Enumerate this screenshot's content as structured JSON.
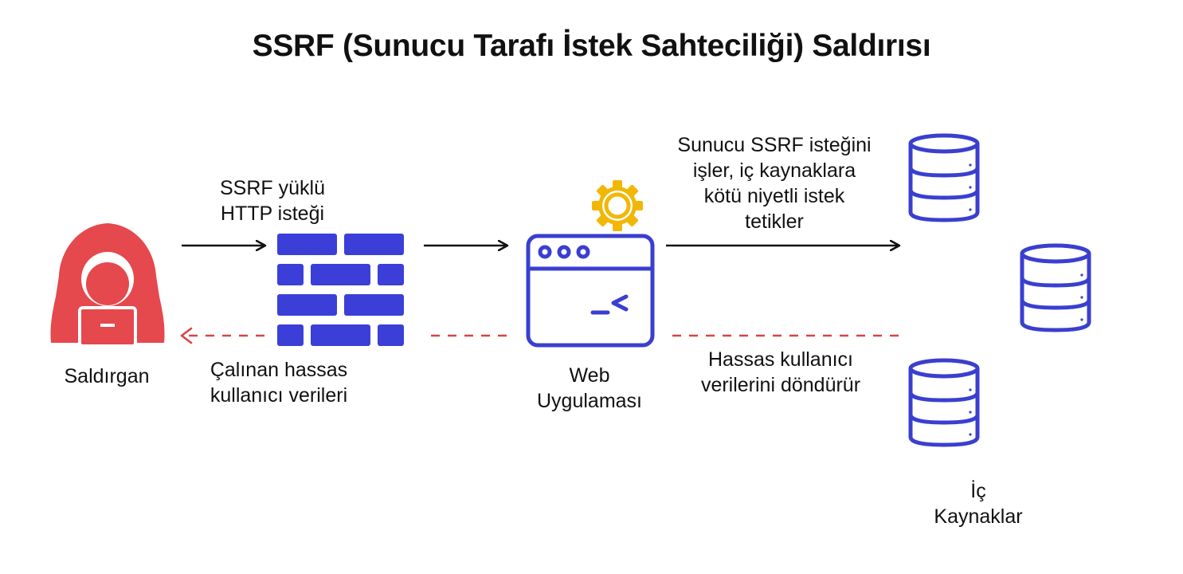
{
  "title": "SSRF (Sunucu Tarafı İstek Sahteciliği) Saldırısı",
  "nodes": {
    "attacker": {
      "label": "Saldırgan",
      "icon": "hooded-hacker-icon"
    },
    "firewall": {
      "icon": "brick-firewall-icon"
    },
    "web_app": {
      "label_line1": "Web",
      "label_line2": "Uygulaması",
      "icons": [
        "gear-icon",
        "browser-window-terminal-icon"
      ]
    },
    "internal": {
      "label_line1": "İç",
      "label_line2": "Kaynaklar",
      "icon": "database-icon"
    }
  },
  "edges": {
    "ssrf_request": {
      "line1": "SSRF yüklü",
      "line2": "HTTP isteği",
      "style": "solid"
    },
    "server_trigger": {
      "line1": "Sunucu SSRF isteğini",
      "line2": "işler, iç kaynaklara",
      "line3": "kötü niyetli istek",
      "line4": "tetikler",
      "style": "solid"
    },
    "return_data": {
      "line1": "Hassas kullanıcı",
      "line2": "verilerini döndürür",
      "style": "dashed"
    },
    "stolen_data": {
      "line1": "Çalınan hassas",
      "line2": "kullanıcı verileri",
      "style": "dashed"
    }
  },
  "colors": {
    "attacker_red": "#e5484d",
    "firewall_blue": "#3b3fd8",
    "outline_blue": "#3a3fd0",
    "gear_yellow": "#f2b705",
    "dashed_red": "#d64545",
    "arrow_black": "#111111"
  }
}
